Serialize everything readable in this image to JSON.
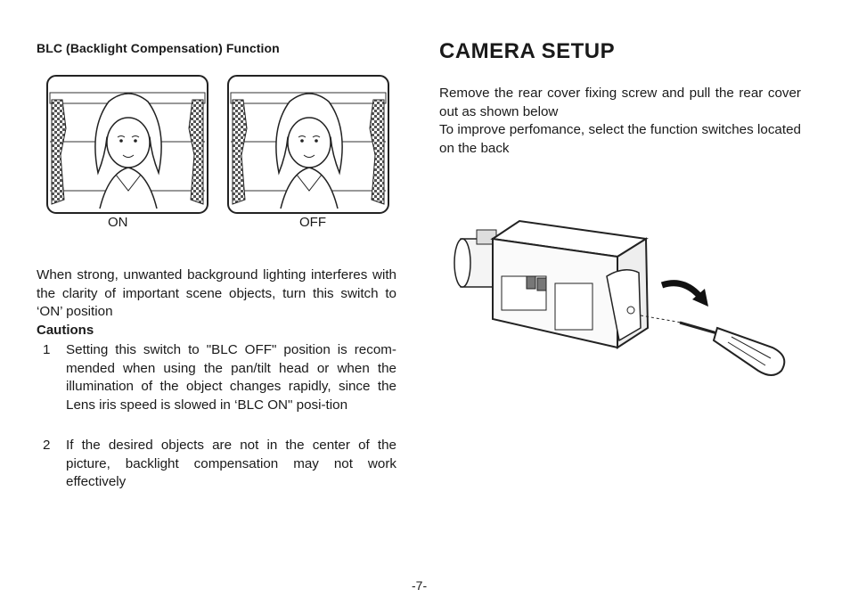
{
  "left": {
    "heading": "BLC (Backlight Compensation) Function",
    "figure_on_label": "ON",
    "figure_off_label": "OFF",
    "paragraph": "When strong, unwanted background lighting interferes with the clarity of important scene objects, turn this switch to ‘ON’ position",
    "cautions_title": "Cautions",
    "cautions": [
      {
        "num": "1",
        "text": "Setting this switch to \"BLC OFF\" position is recom-mended when using the pan/tilt head or when the illumination of the object changes rapidly, since the Lens iris speed is slowed in ‘BLC ON\" posi-tion"
      },
      {
        "num": "2",
        "text": "If the desired objects are not in the center of the picture, backlight compensation may not work effectively"
      }
    ]
  },
  "right": {
    "heading": "CAMERA SETUP",
    "paragraph_1": "Remove the rear cover fixing screw and pull the rear cover out as shown below",
    "paragraph_2": "To improve perfomance, select the function switches located on the back"
  },
  "page_number": "-7-"
}
